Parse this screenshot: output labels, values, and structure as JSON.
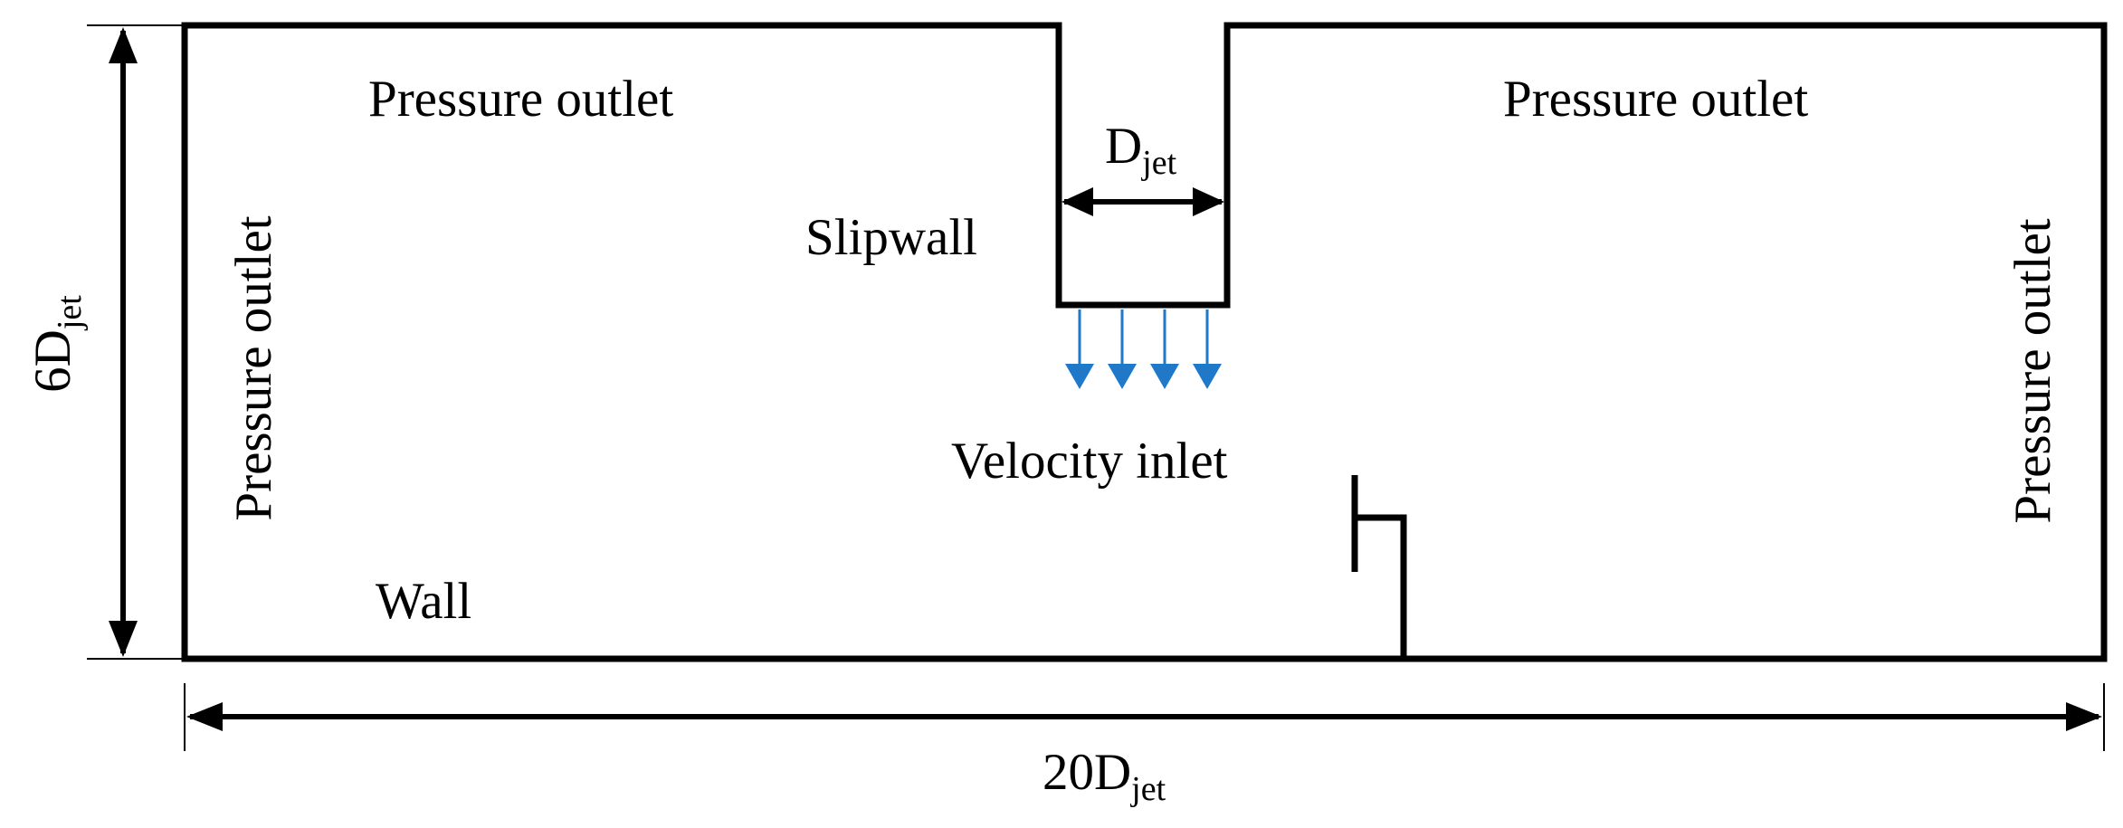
{
  "labels": {
    "pressure_outlet_top_left": "Pressure outlet",
    "pressure_outlet_top_right": "Pressure outlet",
    "pressure_outlet_left": "Pressure outlet",
    "pressure_outlet_right": "Pressure outlet",
    "slipwall": "Slipwall",
    "velocity_inlet": "Velocity inlet",
    "wall": "Wall"
  },
  "dimensions": {
    "jet_width": {
      "main": "D",
      "sub": "jet"
    },
    "height": {
      "main": "6D",
      "sub": "jet"
    },
    "width": {
      "main": "20D",
      "sub": "jet"
    }
  },
  "colors": {
    "outline": "#000000",
    "inlet_arrows": "#1f78c8"
  }
}
